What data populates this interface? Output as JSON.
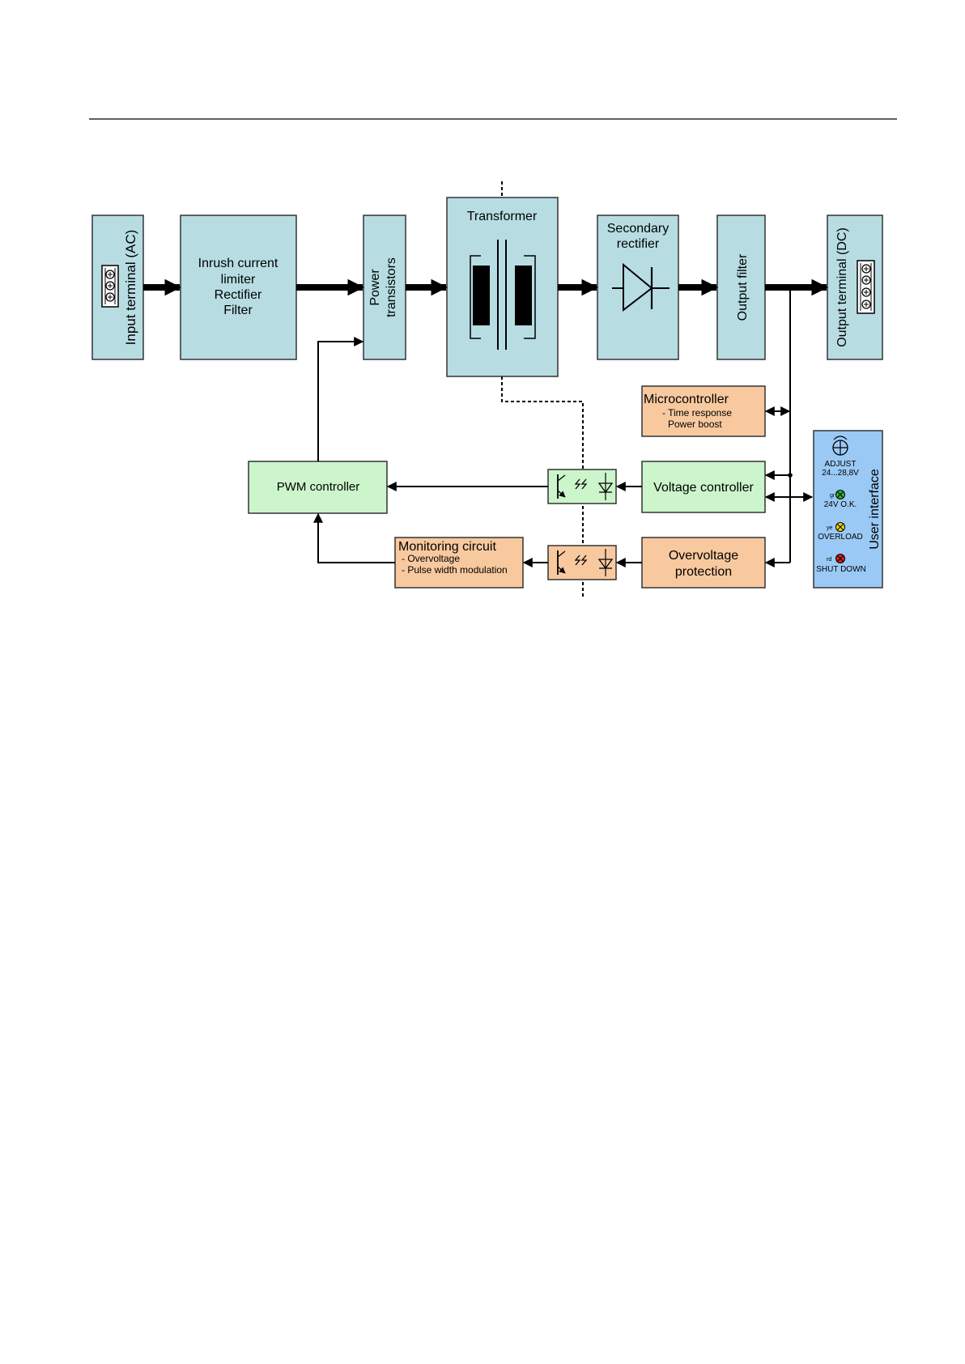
{
  "blocks": {
    "input_terminal": "Input terminal (AC)",
    "inrush": [
      "Inrush current",
      "limiter",
      "Rectifier",
      "Filter"
    ],
    "power_transistors": [
      "Power",
      "transistors"
    ],
    "transformer": "Transformer",
    "secondary_rectifier": [
      "Secondary",
      "rectifier"
    ],
    "output_filter": "Output filter",
    "output_terminal": "Output terminal (DC)",
    "microcontroller": {
      "title": "Microcontroller",
      "line1": "- Time response",
      "line2": "Power boost"
    },
    "pwm_controller": "PWM controller",
    "voltage_controller": "Voltage controller",
    "monitoring": {
      "title": "Monitoring circuit",
      "line1": "- Overvoltage",
      "line2": "- Pulse width modulation"
    },
    "overvoltage": [
      "Overvoltage",
      "protection"
    ]
  },
  "user_interface": {
    "title": "User interface",
    "adjust_label": "ADJUST",
    "adjust_range": "24...28,8V",
    "leds": [
      {
        "code": "gr",
        "label": "24V O.K.",
        "color": "#2db52d"
      },
      {
        "code": "ye",
        "label": "OVERLOAD",
        "color": "#e8d21a"
      },
      {
        "code": "rd",
        "label": "SHUT DOWN",
        "color": "#d42020"
      }
    ]
  }
}
